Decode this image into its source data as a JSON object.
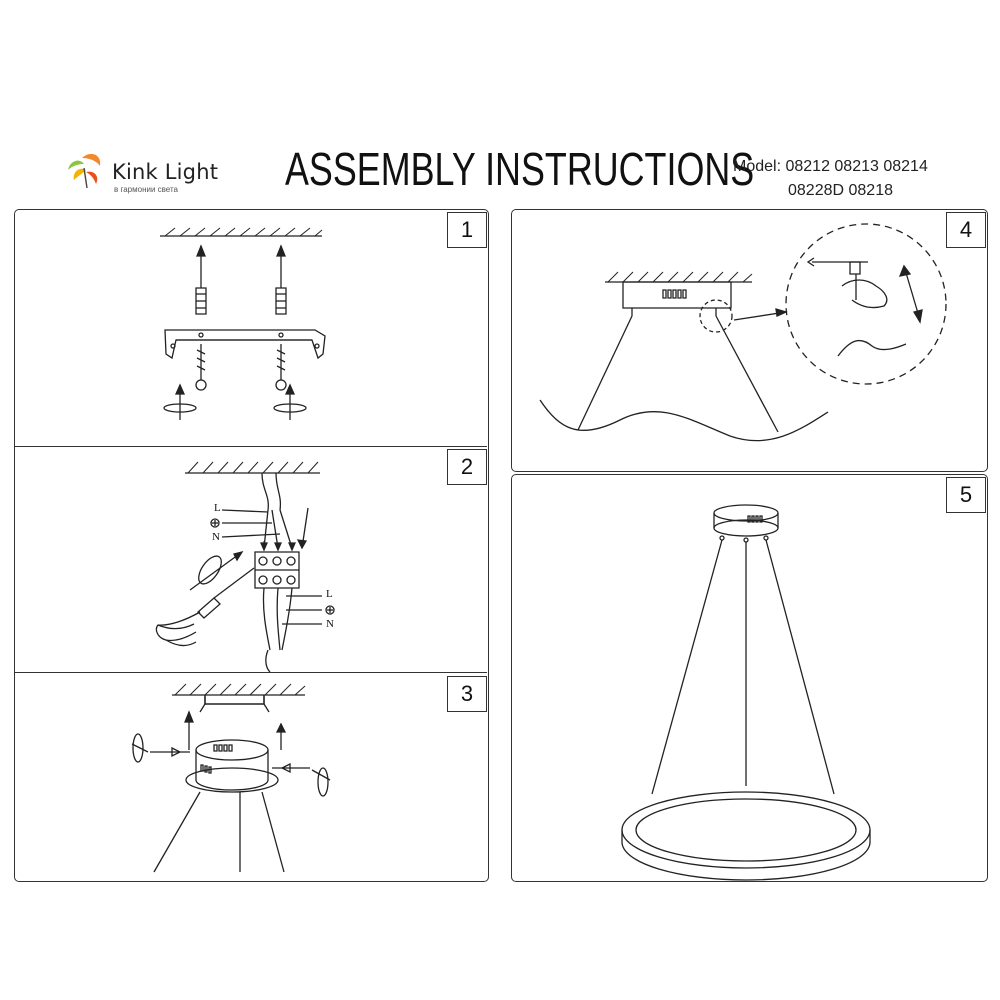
{
  "header": {
    "brand_name": "Kink Light",
    "brand_tagline": "в гармонии света",
    "title": "ASSEMBLY INSTRUCTIONS",
    "model_line_1": "Model: 08212   08213  08214",
    "model_line_2": "08228D  08218"
  },
  "steps": {
    "step1": "1",
    "step2": "2",
    "step3": "3",
    "step4": "4",
    "step5": "5"
  },
  "wiring_labels": {
    "live_top": "L",
    "neutral_top": "N",
    "live_bottom": "L",
    "neutral_bottom": "N"
  },
  "colors": {
    "line": "#222222",
    "logo_orange": "#f08a2c",
    "logo_green": "#8cc63f"
  }
}
